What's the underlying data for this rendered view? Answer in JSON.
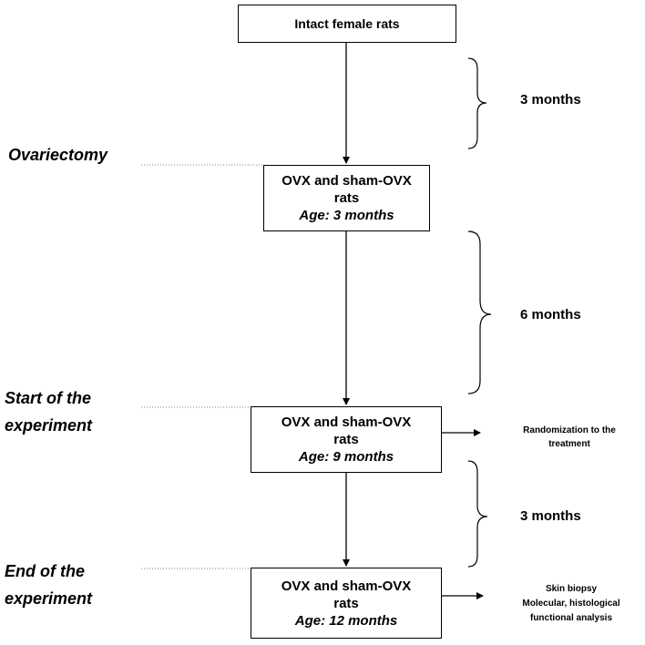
{
  "boxes": [
    {
      "line1": "Intact female rats",
      "line2": "",
      "age": ""
    },
    {
      "line1": "OVX and sham-OVX",
      "line2": "rats",
      "age": "Age: 3 months"
    },
    {
      "line1": "OVX and sham-OVX",
      "line2": "rats",
      "age": "Age: 9 months"
    },
    {
      "line1": "OVX and sham-OVX",
      "line2": "rats",
      "age": "Age: 12 months"
    }
  ],
  "stages": {
    "ovariectomy": "Ovariectomy",
    "start_line1": "Start of the",
    "start_line2": "experiment",
    "end_line1": "End of the",
    "end_line2": "experiment"
  },
  "durations": [
    "3 months",
    "6 months",
    "3 months"
  ],
  "notes": {
    "randomization_line1": "Randomization to the",
    "randomization_line2": "treatment",
    "biopsy_line1": "Skin biopsy",
    "biopsy_line2": "Molecular, histological",
    "biopsy_line3": "functional analysis"
  }
}
